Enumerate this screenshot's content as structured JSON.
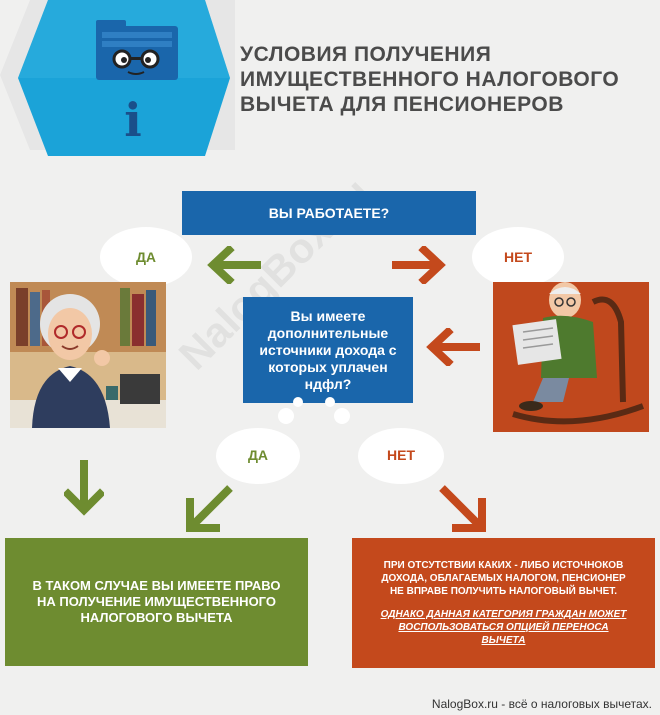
{
  "title": "УСЛОВИЯ ПОЛУЧЕНИЯ ИМУЩЕСТВЕННОГО НАЛОГОВОГО ВЫЧЕТА ДЛЯ ПЕНСИОНЕРОВ",
  "info_icon_letter": "i",
  "question1": "ВЫ РАБОТАЕТЕ?",
  "question2": "Вы имеете дополнительные источники дохода с которых уплачен ндфл?",
  "answer_yes_1": "ДА",
  "answer_no_1": "НЕТ",
  "answer_yes_2": "ДА",
  "answer_no_2": "НЕТ",
  "result_yes": "В ТАКОМ СЛУЧАЕ ВЫ ИМЕЕТЕ ПРАВО НА ПОЛУЧЕНИЕ  ИМУЩЕСТВЕННОГО НАЛОГОВОГО ВЫЧЕТА",
  "result_no_main": "ПРИ ОТСУТСТВИИ КАКИХ - ЛИБО ИСТОЧНОКОВ ДОХОДА, ОБЛАГАЕМЫХ НАЛОГОМ, ПЕНСИОНЕР НЕ ВПРАВЕ ПОЛУЧИТЬ НАЛОГОВЫЙ ВЫЧЕТ.",
  "result_no_note": "ОДНАКО ДАННАЯ КАТЕГОРИЯ ГРАЖДАН МОЖЕТ ВОСПОЛЬЗОВАТЬСЯ ОПЦИЕЙ ПЕРЕНОСА ВЫЧЕТА",
  "watermark": "NalogBox.ru",
  "footer": "NalogBox.ru - всё о налоговых вычетах.",
  "colors": {
    "blue": "#1a66ab",
    "cyan": "#1ba3d8",
    "green": "#6e8c30",
    "orange": "#c4491c"
  }
}
